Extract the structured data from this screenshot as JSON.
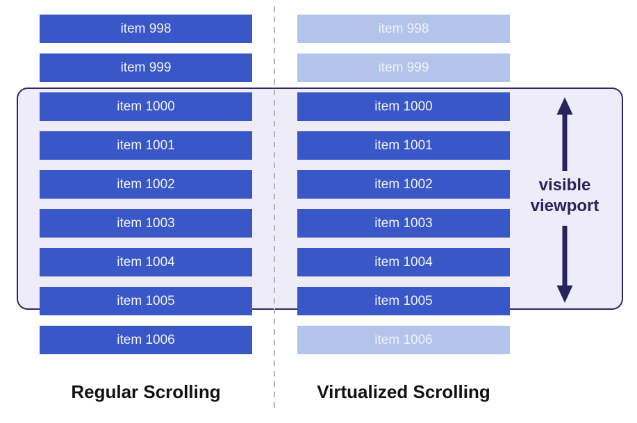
{
  "columns": [
    {
      "id": "regular",
      "caption": "Regular Scrolling",
      "items": [
        {
          "label": "item 998",
          "state": "solid"
        },
        {
          "label": "item 999",
          "state": "solid"
        },
        {
          "label": "item 1000",
          "state": "solid"
        },
        {
          "label": "item 1001",
          "state": "solid"
        },
        {
          "label": "item 1002",
          "state": "solid"
        },
        {
          "label": "item 1003",
          "state": "solid"
        },
        {
          "label": "item 1004",
          "state": "solid"
        },
        {
          "label": "item 1005",
          "state": "solid"
        },
        {
          "label": "item 1006",
          "state": "solid"
        }
      ]
    },
    {
      "id": "virtualized",
      "caption": "Virtualized Scrolling",
      "items": [
        {
          "label": "item 998",
          "state": "faded"
        },
        {
          "label": "item 999",
          "state": "faded"
        },
        {
          "label": "item 1000",
          "state": "solid"
        },
        {
          "label": "item 1001",
          "state": "solid"
        },
        {
          "label": "item 1002",
          "state": "solid"
        },
        {
          "label": "item 1003",
          "state": "solid"
        },
        {
          "label": "item 1004",
          "state": "solid"
        },
        {
          "label": "item 1005",
          "state": "solid"
        },
        {
          "label": "item 1006",
          "state": "faded"
        }
      ]
    }
  ],
  "viewport": {
    "label": "visible viewport",
    "label_lines": [
      "visible",
      "viewport"
    ],
    "arrow_up_icon": "arrow-up",
    "arrow_down_icon": "arrow-down"
  },
  "colors": {
    "item_solid": "#3a57c8",
    "item_faded": "#b3c3e9",
    "viewport_fill": "#efecf9",
    "viewport_border": "#2f2766",
    "arrow": "#28235a",
    "divider": "#b4b4b4",
    "caption_text": "#111111"
  }
}
